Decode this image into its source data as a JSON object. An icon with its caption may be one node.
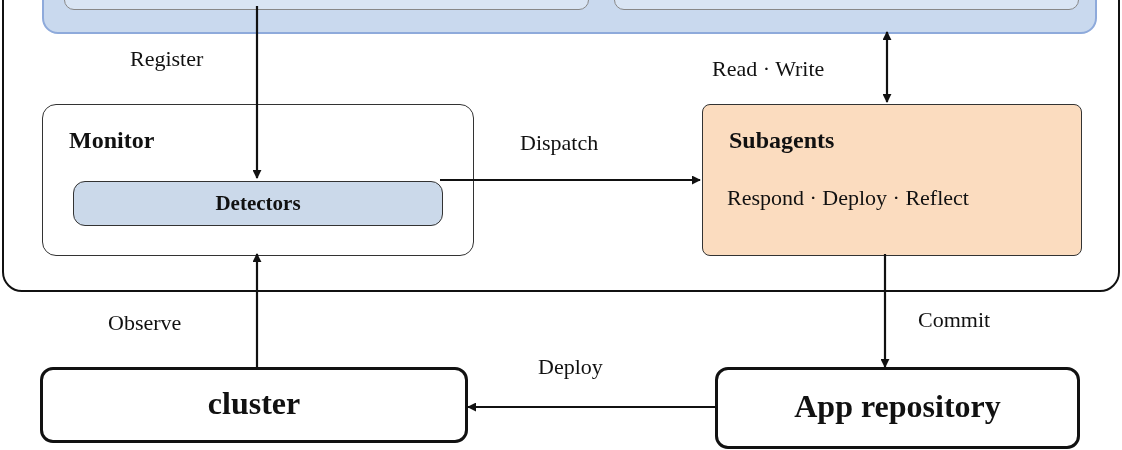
{
  "diagram": {
    "nodes": [
      {
        "text": [],
        "shape": "box"
      },
      {
        "text": [],
        "shape": "box",
        "in": 0
      },
      {
        "text": [],
        "shape": "box",
        "in": 1
      },
      {
        "text": [],
        "shape": "box",
        "in": 1
      },
      {
        "text": [
          "Monitor"
        ],
        "in": 0
      },
      {
        "text": [
          "Detectors"
        ],
        "in": 4
      },
      {
        "text": [
          "Subagents",
          "Respond · Deploy · Reflect"
        ],
        "in": 0
      },
      {
        "text": [
          "cluster"
        ]
      },
      {
        "text": [
          "App repository"
        ]
      }
    ],
    "edges": [
      {
        "from": 2,
        "to": 5,
        "label": "Register",
        "arrow": "to"
      },
      {
        "from": 1,
        "to": 6,
        "label": "Read · Write",
        "arrow": "both"
      },
      {
        "from": 5,
        "to": 6,
        "label": "Dispatch",
        "arrow": "to"
      },
      {
        "from": 6,
        "to": 8,
        "label": "Commit",
        "arrow": "to"
      },
      {
        "from": 8,
        "to": 7,
        "label": "Deploy",
        "arrow": "to"
      },
      {
        "from": 7,
        "to": 4,
        "label": "Observe",
        "arrow": "to"
      }
    ]
  }
}
